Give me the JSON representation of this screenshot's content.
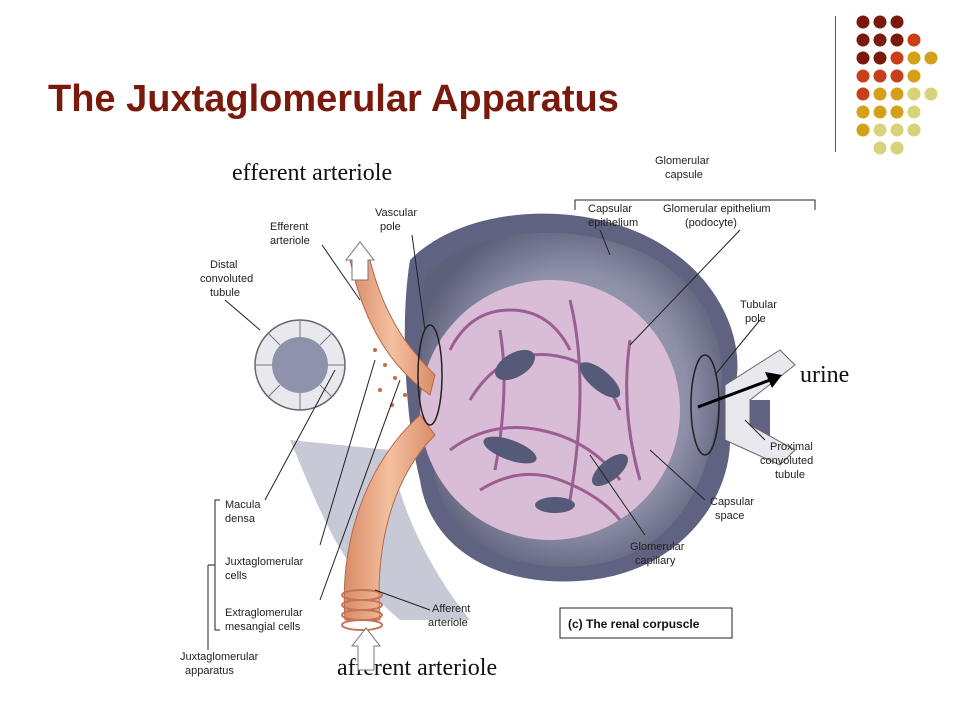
{
  "slide": {
    "title": "The Juxtaglomerular Apparatus",
    "annotations": {
      "efferent": "efferent arteriole",
      "afferent": "afferent arteriole",
      "urine": "urine"
    }
  },
  "figure": {
    "labels": {
      "glomerular_capsule": [
        "Glomerular",
        "capsule"
      ],
      "capsular_epithelium": [
        "Capsular",
        "epithelium"
      ],
      "glomerular_epithelium": [
        "Glomerular epithelium",
        "(podocyte)"
      ],
      "vascular_pole": [
        "Vascular",
        "pole"
      ],
      "efferent_arteriole": [
        "Efferent",
        "arteriole"
      ],
      "distal_tubule": [
        "Distal",
        "convoluted",
        "tubule"
      ],
      "tubular_pole": [
        "Tubular",
        "pole"
      ],
      "proximal_tubule": [
        "Proximal",
        "convoluted",
        "tubule"
      ],
      "capsular_space": [
        "Capsular",
        "space"
      ],
      "glomerular_capillary": [
        "Glomerular",
        "capillary"
      ],
      "afferent_arteriole": [
        "Afferent",
        "arteriole"
      ],
      "macula_densa": [
        "Macula",
        "densa"
      ],
      "juxtaglomerular_cells": [
        "Juxtaglomerular",
        "cells"
      ],
      "extraglomerular_mesangial": [
        "Extraglomerular",
        "mesangial cells"
      ],
      "juxtaglomerular_apparatus": [
        "Juxtaglomerular",
        "apparatus"
      ],
      "caption": "(c) The renal corpuscle"
    }
  },
  "colors": {
    "title": "#7a1a0d",
    "dot_dark": "#7a1a0d",
    "dot_red": "#c8401a",
    "dot_gold": "#d4a017",
    "dot_khaki": "#d8d27a",
    "capsule": "#6d6f8a",
    "capillary": "#c9a3c4",
    "arteriole": "#e9a987"
  }
}
